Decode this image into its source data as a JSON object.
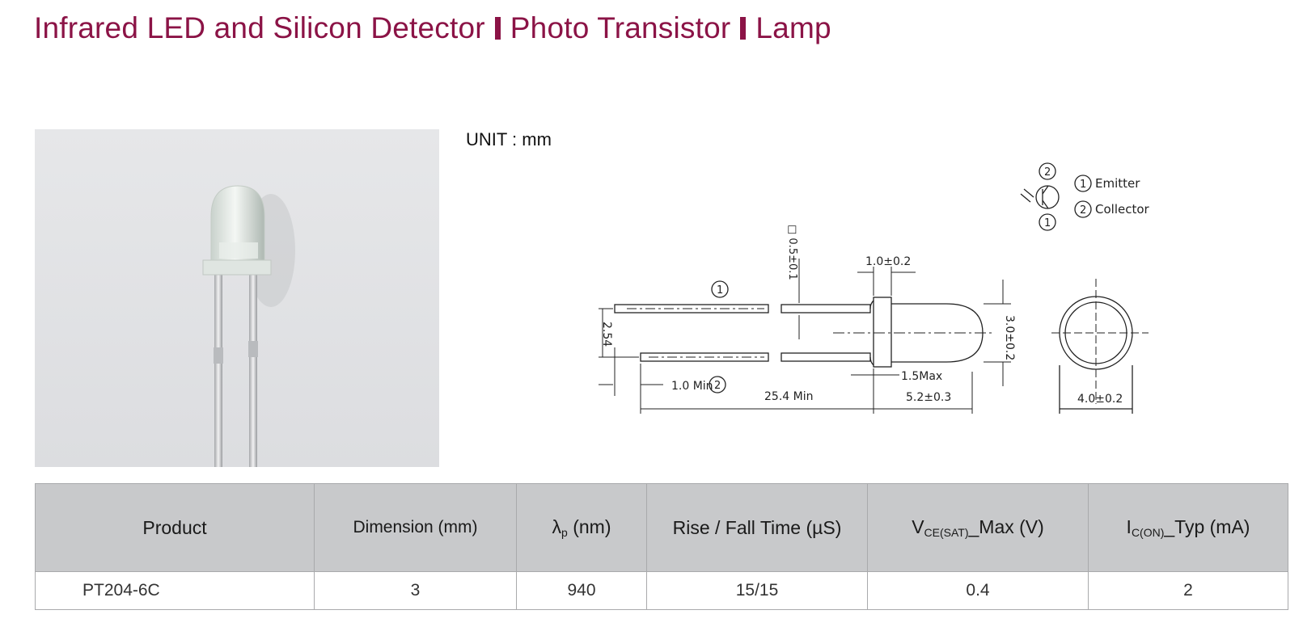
{
  "header": {
    "title_part1": "Infrared LED and Silicon Detector",
    "title_part2": "Photo Transistor",
    "title_part3": "Lamp"
  },
  "unit_label": "UNIT : mm",
  "drawing": {
    "pin1": "1",
    "pin2": "2",
    "legend_emitter": "Emitter",
    "legend_collector": "Collector",
    "dim_lead_square": "□ 0.5±0.1",
    "dim_flange_width": "1.0±0.2",
    "dim_pitch": "2.54",
    "dim_body_dia": "3.0±0.2",
    "dim_lead_min": "1.0 Min",
    "dim_flange_max": "1.5Max",
    "dim_lead_length": "25.4 Min",
    "dim_body_length": "5.2±0.3",
    "dim_end_dia": "4.0±0.2"
  },
  "table": {
    "headers": {
      "product": "Product",
      "dimension": "Dimension (mm)",
      "lambda_main": "λ",
      "lambda_sub": "p",
      "lambda_unit": " (nm)",
      "rise_fall": "Rise / Fall Time (µS)",
      "vce_main": "V",
      "vce_sub": "CE(SAT)",
      "vce_rest": "_Max (V)",
      "ic_main": "I",
      "ic_sub": "C(ON)",
      "ic_rest": "_Typ (mA)"
    },
    "rows": [
      {
        "product": "PT204-6C",
        "dimension": "3",
        "lambda": "940",
        "rise_fall": "15/15",
        "vce": "0.4",
        "ic": "2"
      }
    ]
  },
  "colors": {
    "title": "#8b1346",
    "header_bg": "#c8c9cb",
    "photo_bg": "#e1e2e4"
  }
}
